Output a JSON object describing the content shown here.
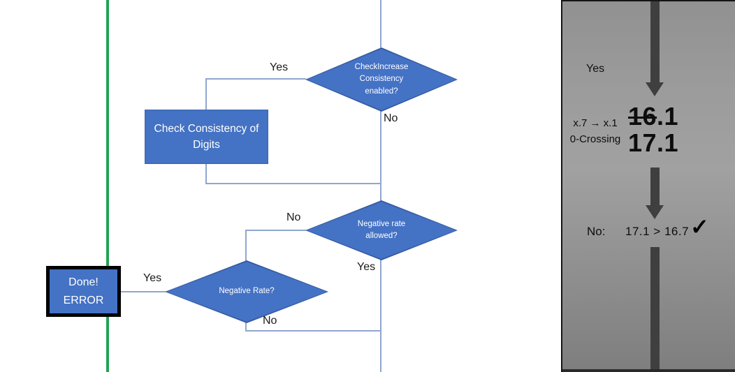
{
  "flowchart": {
    "decision_check_increase": {
      "label": "CheckIncrease Consistency enabled?",
      "yes_label": "Yes",
      "no_label": "No"
    },
    "process_check_consistency": {
      "label": "Check Consistency of Digits"
    },
    "decision_negative_rate_allowed": {
      "label": "Negative rate allowed?",
      "no_label": "No",
      "yes_label": "Yes"
    },
    "decision_negative_rate": {
      "label": "Negative Rate?",
      "yes_label": "Yes",
      "no_label": "No"
    },
    "terminal_done_error": {
      "line1": "Done!",
      "line2": "ERROR"
    },
    "colors": {
      "shape_fill": "#4472C4",
      "connector_line": "#8FA6CF",
      "guide_line_green": "#22A455"
    }
  },
  "side_panel": {
    "yes_label": "Yes",
    "annotation_line1": "x.7 → x.1",
    "annotation_line2": "0-Crossing",
    "old_value_struck": "16",
    "old_value_rest": ".1",
    "new_value": "17.1",
    "result_label": "No:",
    "result_comparison": "17.1 > 16.7",
    "checkmark": "✓",
    "colors": {
      "panel_background": "#9A9A9A",
      "arrow": "#3F3F3F"
    }
  }
}
